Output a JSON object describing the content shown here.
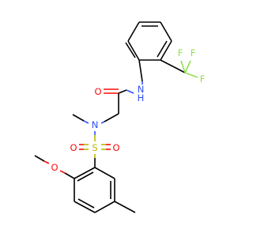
{
  "molecule": {
    "atoms": {
      "O_carbonyl": "O",
      "NH": "N",
      "H_of_NH": "H",
      "N_methyl": "N",
      "S": "S",
      "O_sulfonyl_left": "O",
      "O_sulfonyl_right": "O",
      "O_methoxy": "O",
      "F_top_left": "F",
      "F_top_right": "F",
      "F_right": "F"
    },
    "colors": {
      "carbon": "#000000",
      "oxygen": "#ff0d0d",
      "nitrogen": "#3050f8",
      "sulfur": "#b8b800",
      "fluorine": "#90e050"
    }
  }
}
